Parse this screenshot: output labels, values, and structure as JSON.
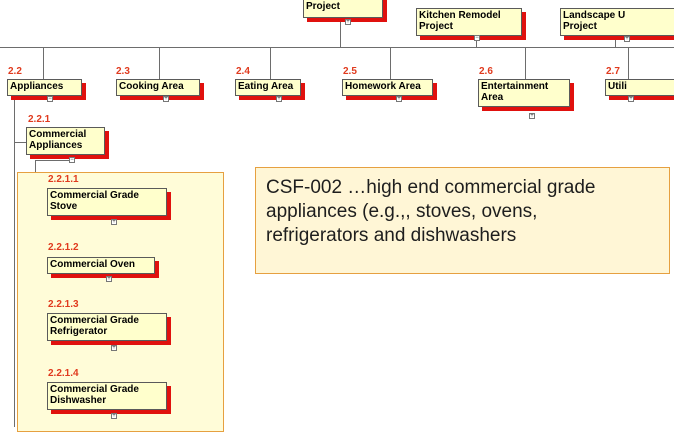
{
  "top_row": [
    {
      "label": "Project"
    },
    {
      "label": "Kitchen Remodel\nProject"
    },
    {
      "label": "Landscape U\nProject"
    }
  ],
  "areas": [
    {
      "number": "2.2",
      "label": "Appliances"
    },
    {
      "number": "2.3",
      "label": "Cooking Area"
    },
    {
      "number": "2.4",
      "label": "Eating Area"
    },
    {
      "number": "2.5",
      "label": "Homework Area"
    },
    {
      "number": "2.6",
      "label": "Entertainment\nArea"
    },
    {
      "number": "2.7",
      "label": "Utili"
    }
  ],
  "commercial_appliances": {
    "number": "2.2.1",
    "label": "Commercial\nAppliances"
  },
  "children": [
    {
      "number": "2.2.1.1",
      "label": "Commercial Grade\nStove"
    },
    {
      "number": "2.2.1.2",
      "label": "Commercial Oven"
    },
    {
      "number": "2.2.1.3",
      "label": "Commercial Grade\nRefrigerator"
    },
    {
      "number": "2.2.1.4",
      "label": "Commercial Grade\nDishwasher"
    }
  ],
  "callout": {
    "text": "CSF-002 …high end commercial grade\nappliances (e.g.,, stoves, ovens,\nrefrigerators and dishwashers"
  },
  "colors": {
    "number_text": "#e03a1e",
    "box_fill": "#ffffcc",
    "box_shadow": "#e0110e",
    "panel_fill": "#fffcd8",
    "panel_border": "#e6a040"
  }
}
